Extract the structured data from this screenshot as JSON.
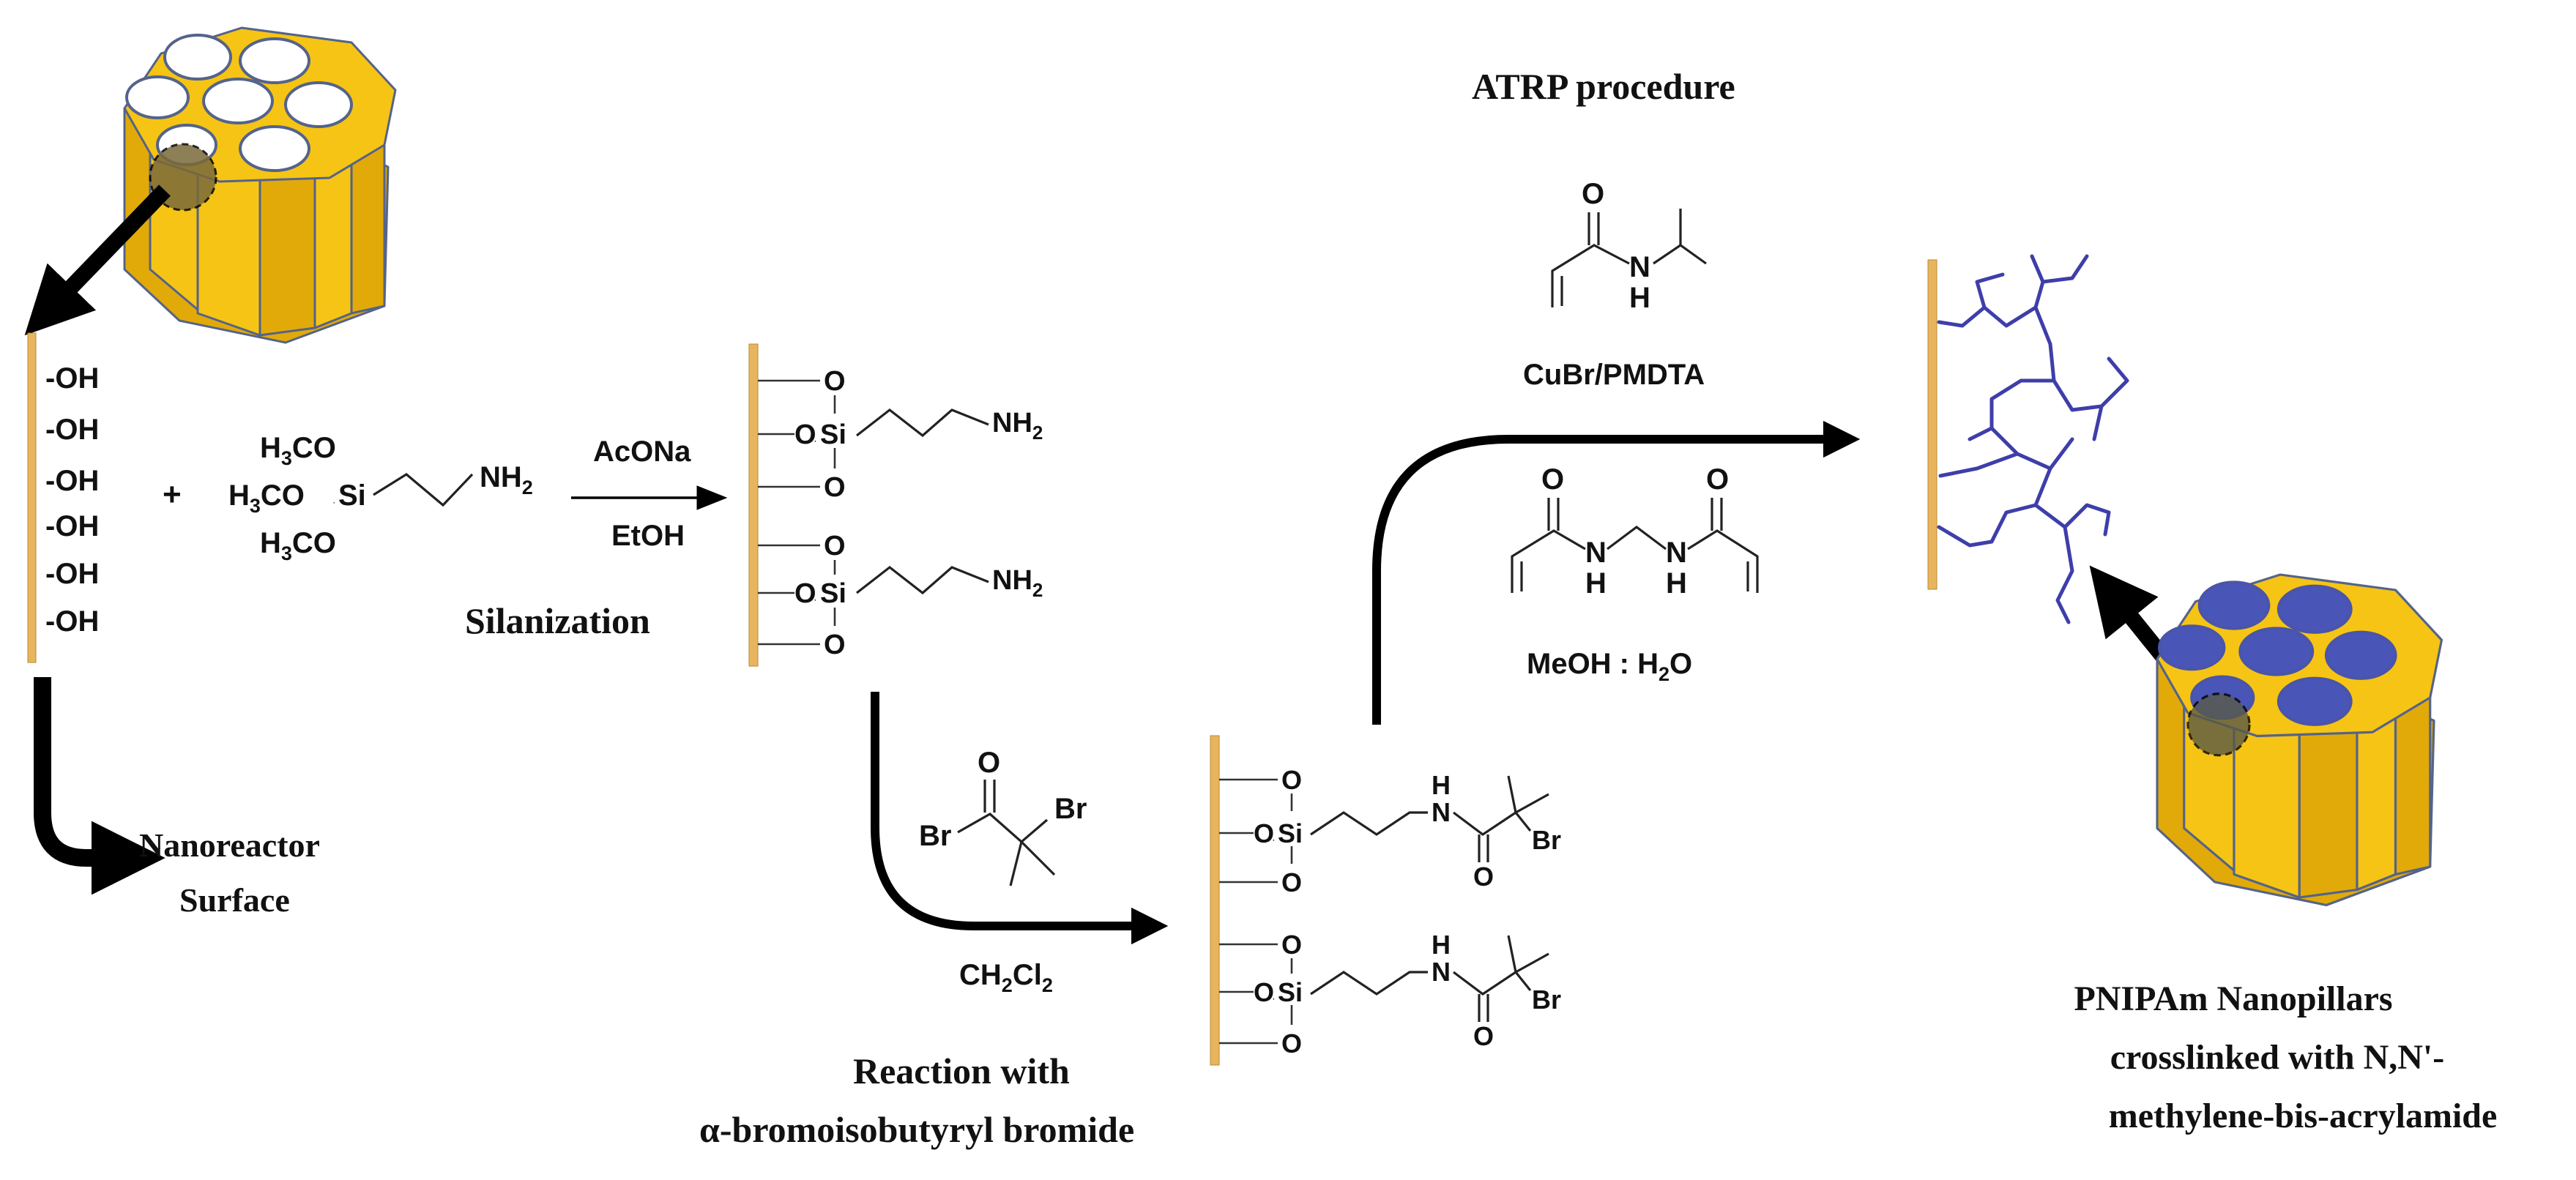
{
  "titles": {
    "atrp": "ATRP procedure",
    "silanization": "Silanization",
    "nanoreactor_1": "Nanoreactor",
    "nanoreactor_2": "Surface",
    "reaction_1": "Reaction with",
    "reaction_2": "α-bromoisobutyryl bromide",
    "product_1": "PNIPAm Nanopillars",
    "product_2": "crosslinked with N,N'-",
    "product_3": "methylene-bis-acrylamide"
  },
  "reagents": {
    "plus": "+",
    "acona": "AcONa",
    "etoh": "EtOH",
    "cubr": "CuBr/PMDTA",
    "meoh": "MeOH : H",
    "meoh_sub": "2",
    "meoh_end": "O",
    "ch2": "CH",
    "ch2_sub1": "2",
    "ch2_mid": "Cl",
    "ch2_sub2": "2"
  },
  "atoms": {
    "oh": "OH",
    "o": "O",
    "si": "Si",
    "n": "N",
    "h": "H",
    "br": "Br",
    "h3": "H",
    "sub3": "3",
    "co": "CO",
    "nh": "NH",
    "sub2": "2"
  },
  "colors": {
    "honeycomb": "#f6c414",
    "honeycomb_shadow": "#e2aa08",
    "pore_filled": "#4a55b8",
    "surface": "#e8b55e",
    "polymer": "#3e3eaa"
  }
}
